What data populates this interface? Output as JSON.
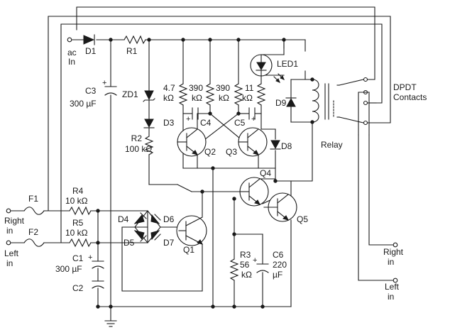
{
  "labels": {
    "ac": "ac",
    "in_ac": "In",
    "d1": "D1",
    "r1": "R1",
    "c3": "C3",
    "c3_val": "300 µF",
    "zd1": "ZD1",
    "r_47": "4.7",
    "r_47_unit": "kΩ",
    "r_390a": "390",
    "r_390a_unit": "kΩ",
    "r_390b": "390",
    "r_390b_unit": "kΩ",
    "r_11": "11",
    "r_11_unit": "kΩ",
    "led1": "LED1",
    "d9": "D9",
    "dpdt": "DPDT",
    "contacts": "Contacts",
    "d3": "D3",
    "c4": "C4",
    "c5": "C5",
    "r2": "R2",
    "r2_val": "100 kΩ",
    "q2": "Q2",
    "q3": "Q3",
    "d8": "D8",
    "relay": "Relay",
    "q4": "Q4",
    "q5": "Q5",
    "f1": "F1",
    "f2": "F2",
    "r4": "R4",
    "r4_val": "10 kΩ",
    "r5": "R5",
    "r5_val": "10 kΩ",
    "right": "Right",
    "in_r": "in",
    "left": "Left",
    "in_l": "in",
    "d4": "D4",
    "d5": "D5",
    "d6": "D6",
    "d7": "D7",
    "q1": "Q1",
    "c1": "C1",
    "c1_val": "300 µF",
    "c2": "C2",
    "r3": "R3",
    "r3_val": "56",
    "r3_unit": "kΩ",
    "c6": "C6",
    "c6_val": "220",
    "c6_unit": "µF",
    "right_out": "Right",
    "in_ro": "in",
    "left_out": "Left",
    "in_lo": "in",
    "plus": "+"
  }
}
